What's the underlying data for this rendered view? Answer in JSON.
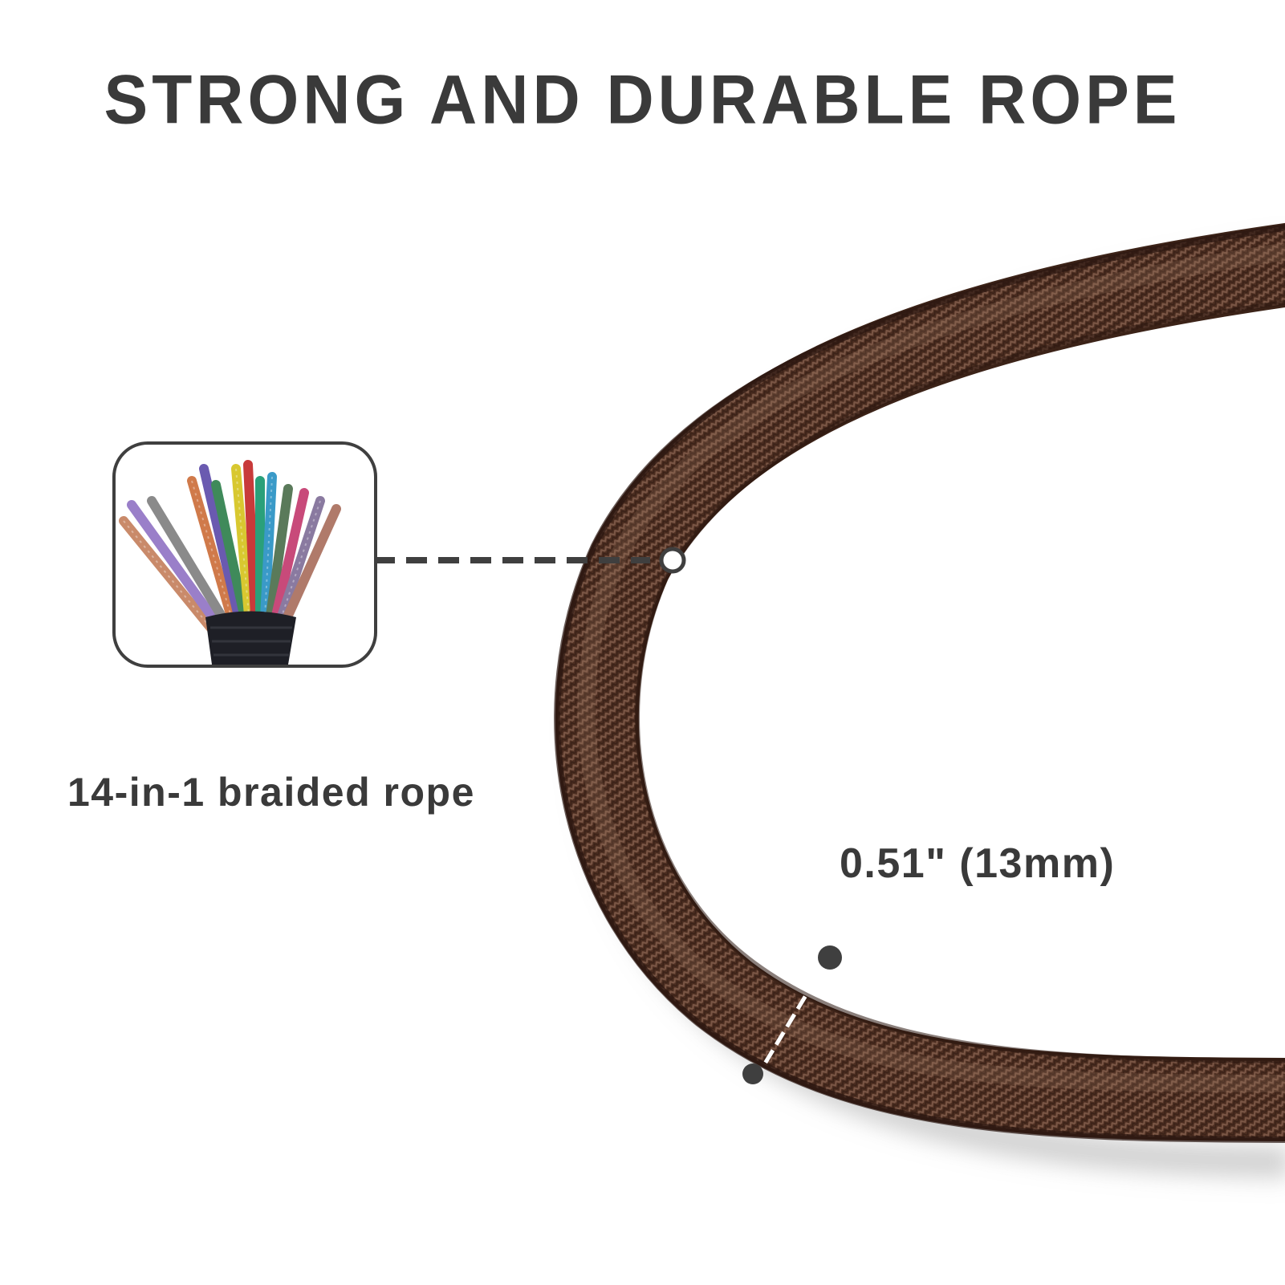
{
  "title": "STRONG AND DURABLE ROPE",
  "callouts": {
    "construction": {
      "label": "14-in-1 braided rope",
      "inset_image": "multicolor-braided-strands-core-closeup"
    },
    "diameter": {
      "label": "0.51\" (13mm)"
    }
  },
  "product": {
    "name": "braided rope loop",
    "color": "#4a2c1f",
    "highlight_color": "#8a6552"
  },
  "colors": {
    "text": "#3a3a3a",
    "background": "#ffffff",
    "callout_line": "#3f3f3f",
    "callout_dot_fill": "#ffffff",
    "measure_dot": "#3f3f3f"
  }
}
